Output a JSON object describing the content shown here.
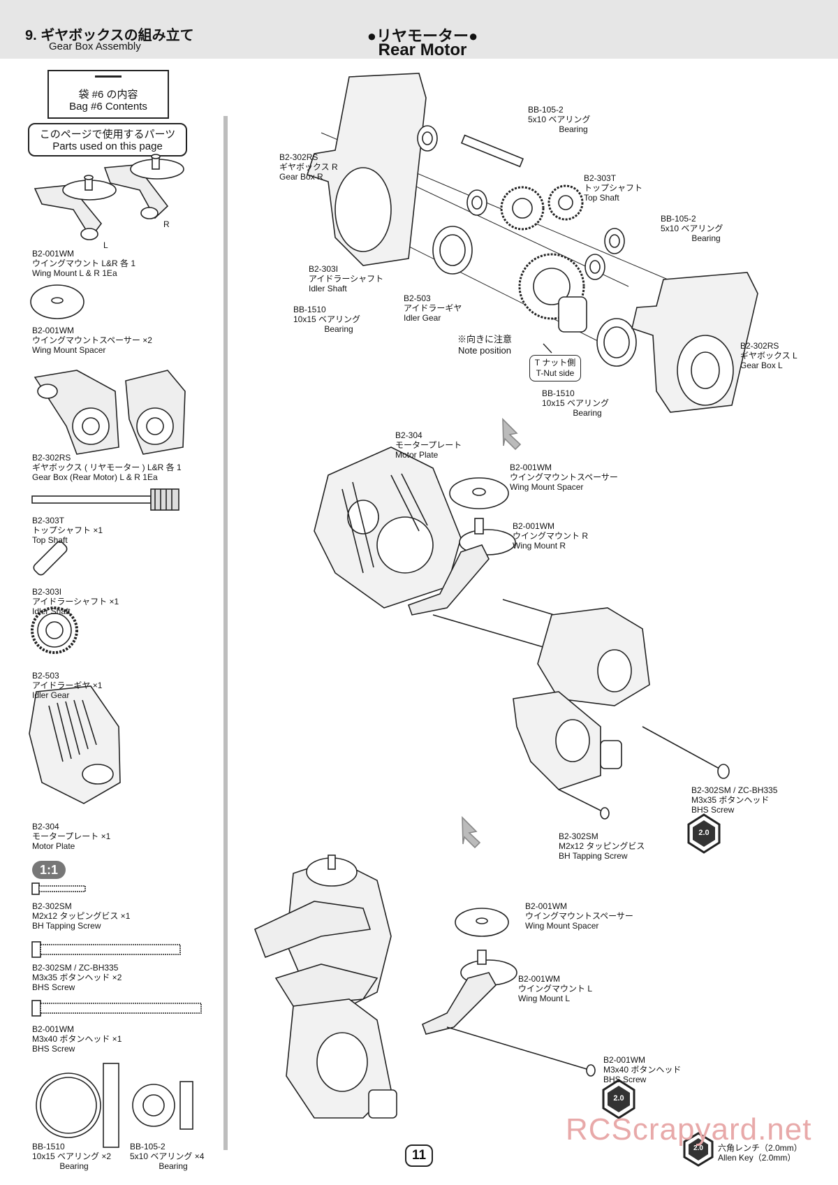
{
  "header": {
    "section_jp": "9. ギヤボックスの組み立て",
    "section_en": "Gear Box Assembly",
    "title_jp": "●リヤモーター●",
    "title_en": "Rear Motor"
  },
  "bag": {
    "dash": "—",
    "jp": "袋 #6 の内容",
    "en": "Bag #6 Contents"
  },
  "parts_box": {
    "jp": "このページで使用するパーツ",
    "en": "Parts used on this page"
  },
  "left_parts": {
    "wing_mount": {
      "code": "B2-001WM",
      "jp": "ウイングマウント L&R 各 1",
      "en": "Wing Mount L & R 1Ea",
      "mark_l": "L",
      "mark_r": "R"
    },
    "wing_spacer": {
      "code": "B2-001WM",
      "jp": "ウイングマウントスペーサー ×2",
      "en": "Wing Mount Spacer"
    },
    "gearbox": {
      "code": "B2-302RS",
      "jp": "ギヤボックス ( リヤモーター ) L&R 各 1",
      "en": "Gear Box (Rear Motor) L & R 1Ea"
    },
    "top_shaft": {
      "code": "B2-303T",
      "jp": "トップシャフト ×1",
      "en": "Top Shaft"
    },
    "idler_shaft": {
      "code": "B2-303I",
      "jp": "アイドラーシャフト ×1",
      "en": "Idler Shaft"
    },
    "idler_gear": {
      "code": "B2-503",
      "jp": "アイドラーギヤ ×1",
      "en": "Idler Gear"
    },
    "motor_plate": {
      "code": "B2-304",
      "jp": "モータープレート ×1",
      "en": "Motor Plate"
    },
    "scale": "1:1",
    "tap_screw": {
      "code": "B2-302SM",
      "jp": "M2x12 タッピングビス ×1",
      "en": "BH Tapping Screw"
    },
    "bhs335": {
      "code": "B2-302SM / ZC-BH335",
      "jp": "M3x35 ボタンヘッド ×2",
      "en": "BHS Screw"
    },
    "bhs340": {
      "code": "B2-001WM",
      "jp": "M3x40 ボタンヘッド ×1",
      "en": "BHS Screw"
    },
    "bearing1510": {
      "code": "BB-1510",
      "jp": "10x15 ベアリング ×2",
      "en": "Bearing"
    },
    "bearing105": {
      "code": "BB-105-2",
      "jp": "5x10 ベアリング ×4",
      "en": "Bearing"
    }
  },
  "step1": {
    "bb105_top": {
      "code": "BB-105-2",
      "jp": "5x10 ベアリング",
      "en": "Bearing"
    },
    "gearbox_r": {
      "code": "B2-302RS",
      "jp": "ギヤボックス R",
      "en": "Gear Box R"
    },
    "top_shaft": {
      "code": "B2-303T",
      "jp": "トップシャフト",
      "en": "Top Shaft"
    },
    "bb105_right": {
      "code": "BB-105-2",
      "jp": "5x10 ベアリング",
      "en": "Bearing"
    },
    "idler_shaft": {
      "code": "B2-303I",
      "jp": "アイドラーシャフト",
      "en": "Idler Shaft"
    },
    "idler_gear": {
      "code": "B2-503",
      "jp": "アイドラーギヤ",
      "en": "Idler Gear"
    },
    "bb1510_left": {
      "code": "BB-1510",
      "jp": "10x15 ベアリング",
      "en": "Bearing"
    },
    "note_jp": "※向きに注意",
    "note_en": "Note position",
    "tnut_jp": "T ナット側",
    "tnut_en": "T-Nut side",
    "bb1510_bottom": {
      "code": "BB-1510",
      "jp": "10x15 ベアリング",
      "en": "Bearing"
    },
    "gearbox_l": {
      "code": "B2-302RS",
      "jp": "ギヤボックス L",
      "en": "Gear Box L"
    }
  },
  "step2": {
    "motor_plate": {
      "code": "B2-304",
      "jp": "モータープレート",
      "en": "Motor Plate"
    },
    "spacer": {
      "code": "B2-001WM",
      "jp": "ウイングマウントスペーサー",
      "en": "Wing Mount Spacer"
    },
    "wing_r": {
      "code": "B2-001WM",
      "jp": "ウイングマウント R",
      "en": "Wing Mount R"
    },
    "bhs335": {
      "code": "B2-302SM / ZC-BH335",
      "jp": "M3x35 ボタンヘッド",
      "en": "BHS Screw"
    },
    "tap": {
      "code": "B2-302SM",
      "jp": "M2x12 タッピングビス",
      "en": "BH Tapping Screw"
    },
    "tool": "2.0"
  },
  "step3": {
    "spacer": {
      "code": "B2-001WM",
      "jp": "ウイングマウントスペーサー",
      "en": "Wing Mount Spacer"
    },
    "wing_l": {
      "code": "B2-001WM",
      "jp": "ウイングマウント L",
      "en": "Wing Mount L"
    },
    "bhs340": {
      "code": "B2-001WM",
      "jp": "M3x40 ボタンヘッド",
      "en": "BHS Screw"
    },
    "tool": "2.0"
  },
  "footer": {
    "page": "11",
    "allen_jp": "六角レンチ（2.0mm）",
    "allen_en": "Allen Key（2.0mm）",
    "tool": "2.0",
    "watermark": "RCScrapyard.net"
  }
}
